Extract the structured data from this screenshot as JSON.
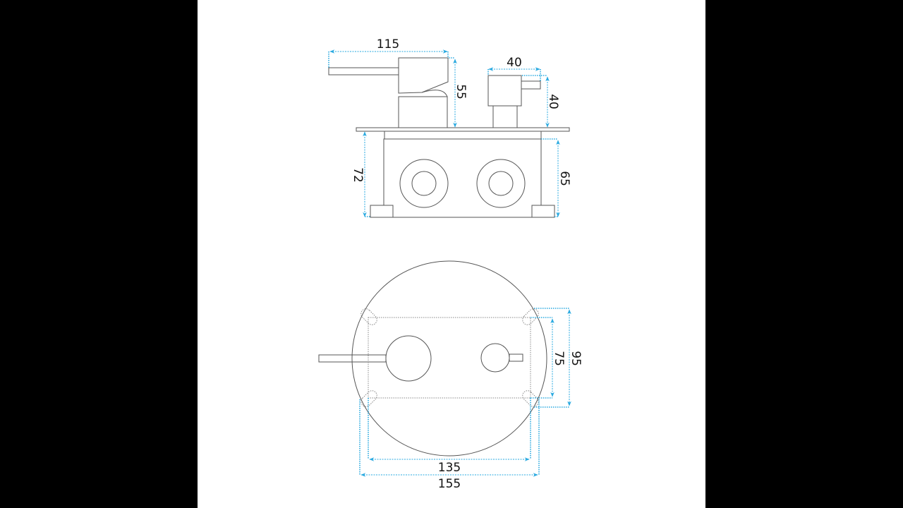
{
  "colors": {
    "dimension": "#29a9e0",
    "outline": "#555555",
    "background": "#ffffff",
    "letterbox": "#000000"
  },
  "side_view": {
    "dimensions": {
      "left_handle_reach": "115",
      "left_handle_height": "55",
      "right_handle_width": "40",
      "right_handle_height": "40",
      "box_depth_total": "72",
      "box_depth": "65"
    }
  },
  "front_view": {
    "dimensions": {
      "inner_height": "75",
      "outer_height": "95",
      "inner_width": "135",
      "outer_width": "155"
    }
  }
}
